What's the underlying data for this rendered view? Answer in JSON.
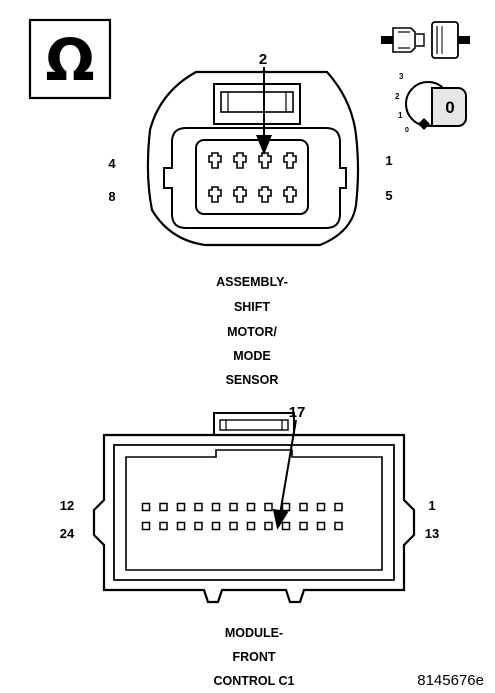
{
  "icons": {
    "ohm_symbol": "Ω",
    "connector_icon": "connector-separate-icon",
    "ignition_icon": "ignition-key-icon"
  },
  "ignition": {
    "positions": [
      "3",
      "2",
      "1",
      "0"
    ],
    "key_label": "0"
  },
  "top_connector": {
    "callout": "2",
    "pin_left_top": "4",
    "pin_left_bottom": "8",
    "pin_right_top": "1",
    "pin_right_bottom": "5",
    "pin_count": 8,
    "highlighted_pin": 2,
    "caption_lines": [
      "ASSEMBLY-",
      "SHIFT",
      "MOTOR/",
      "MODE",
      "SENSOR"
    ]
  },
  "bottom_connector": {
    "callout": "17",
    "pin_left_top": "12",
    "pin_left_bottom": "24",
    "pin_right_top": "1",
    "pin_right_bottom": "13",
    "pin_count": 24,
    "highlighted_pin": 17,
    "caption_lines": [
      "MODULE-",
      "FRONT",
      "CONTROL C1"
    ]
  },
  "figure_id": "8145676e"
}
